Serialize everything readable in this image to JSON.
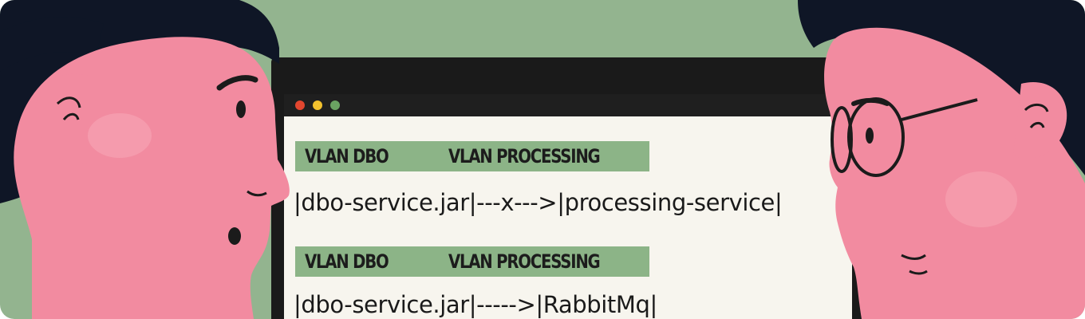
{
  "illustration": {
    "background_color": "#93b48f",
    "skin_color": "#f28ba0",
    "hair_color": "#0f1626",
    "screen": {
      "window_dots": [
        "#e2462f",
        "#f2c12e",
        "#6aa362"
      ],
      "bar_color": "#8cb487",
      "blocks": [
        {
          "vlan_left": "VLAN DBO",
          "vlan_right": "VLAN PROCESSING",
          "code": "|dbo-service.jar|---x--->|processing-service|"
        },
        {
          "vlan_left": "VLAN DBO",
          "vlan_right": "VLAN PROCESSING",
          "code": "|dbo-service.jar|----->|RabbitMq|"
        }
      ]
    },
    "icons": [
      "person-left-face-icon",
      "person-right-face-icon",
      "glasses-icon"
    ]
  }
}
